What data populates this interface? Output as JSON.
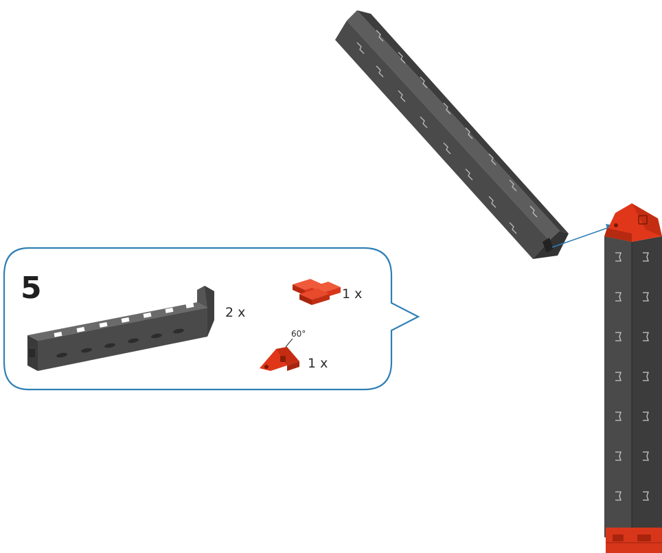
{
  "step": {
    "number": "5",
    "parts": [
      {
        "name": "building-block-30-long",
        "quantity": "2 x"
      },
      {
        "name": "connector-red",
        "quantity": "1 x"
      },
      {
        "name": "angle-block-60",
        "quantity": "1 x",
        "angle_label": "60°"
      }
    ]
  },
  "colors": {
    "callout_border": "#2f7fb5",
    "block_dark": "#4a4a4a",
    "block_red": "#e0371a",
    "arrow": "#2f7fb5"
  }
}
